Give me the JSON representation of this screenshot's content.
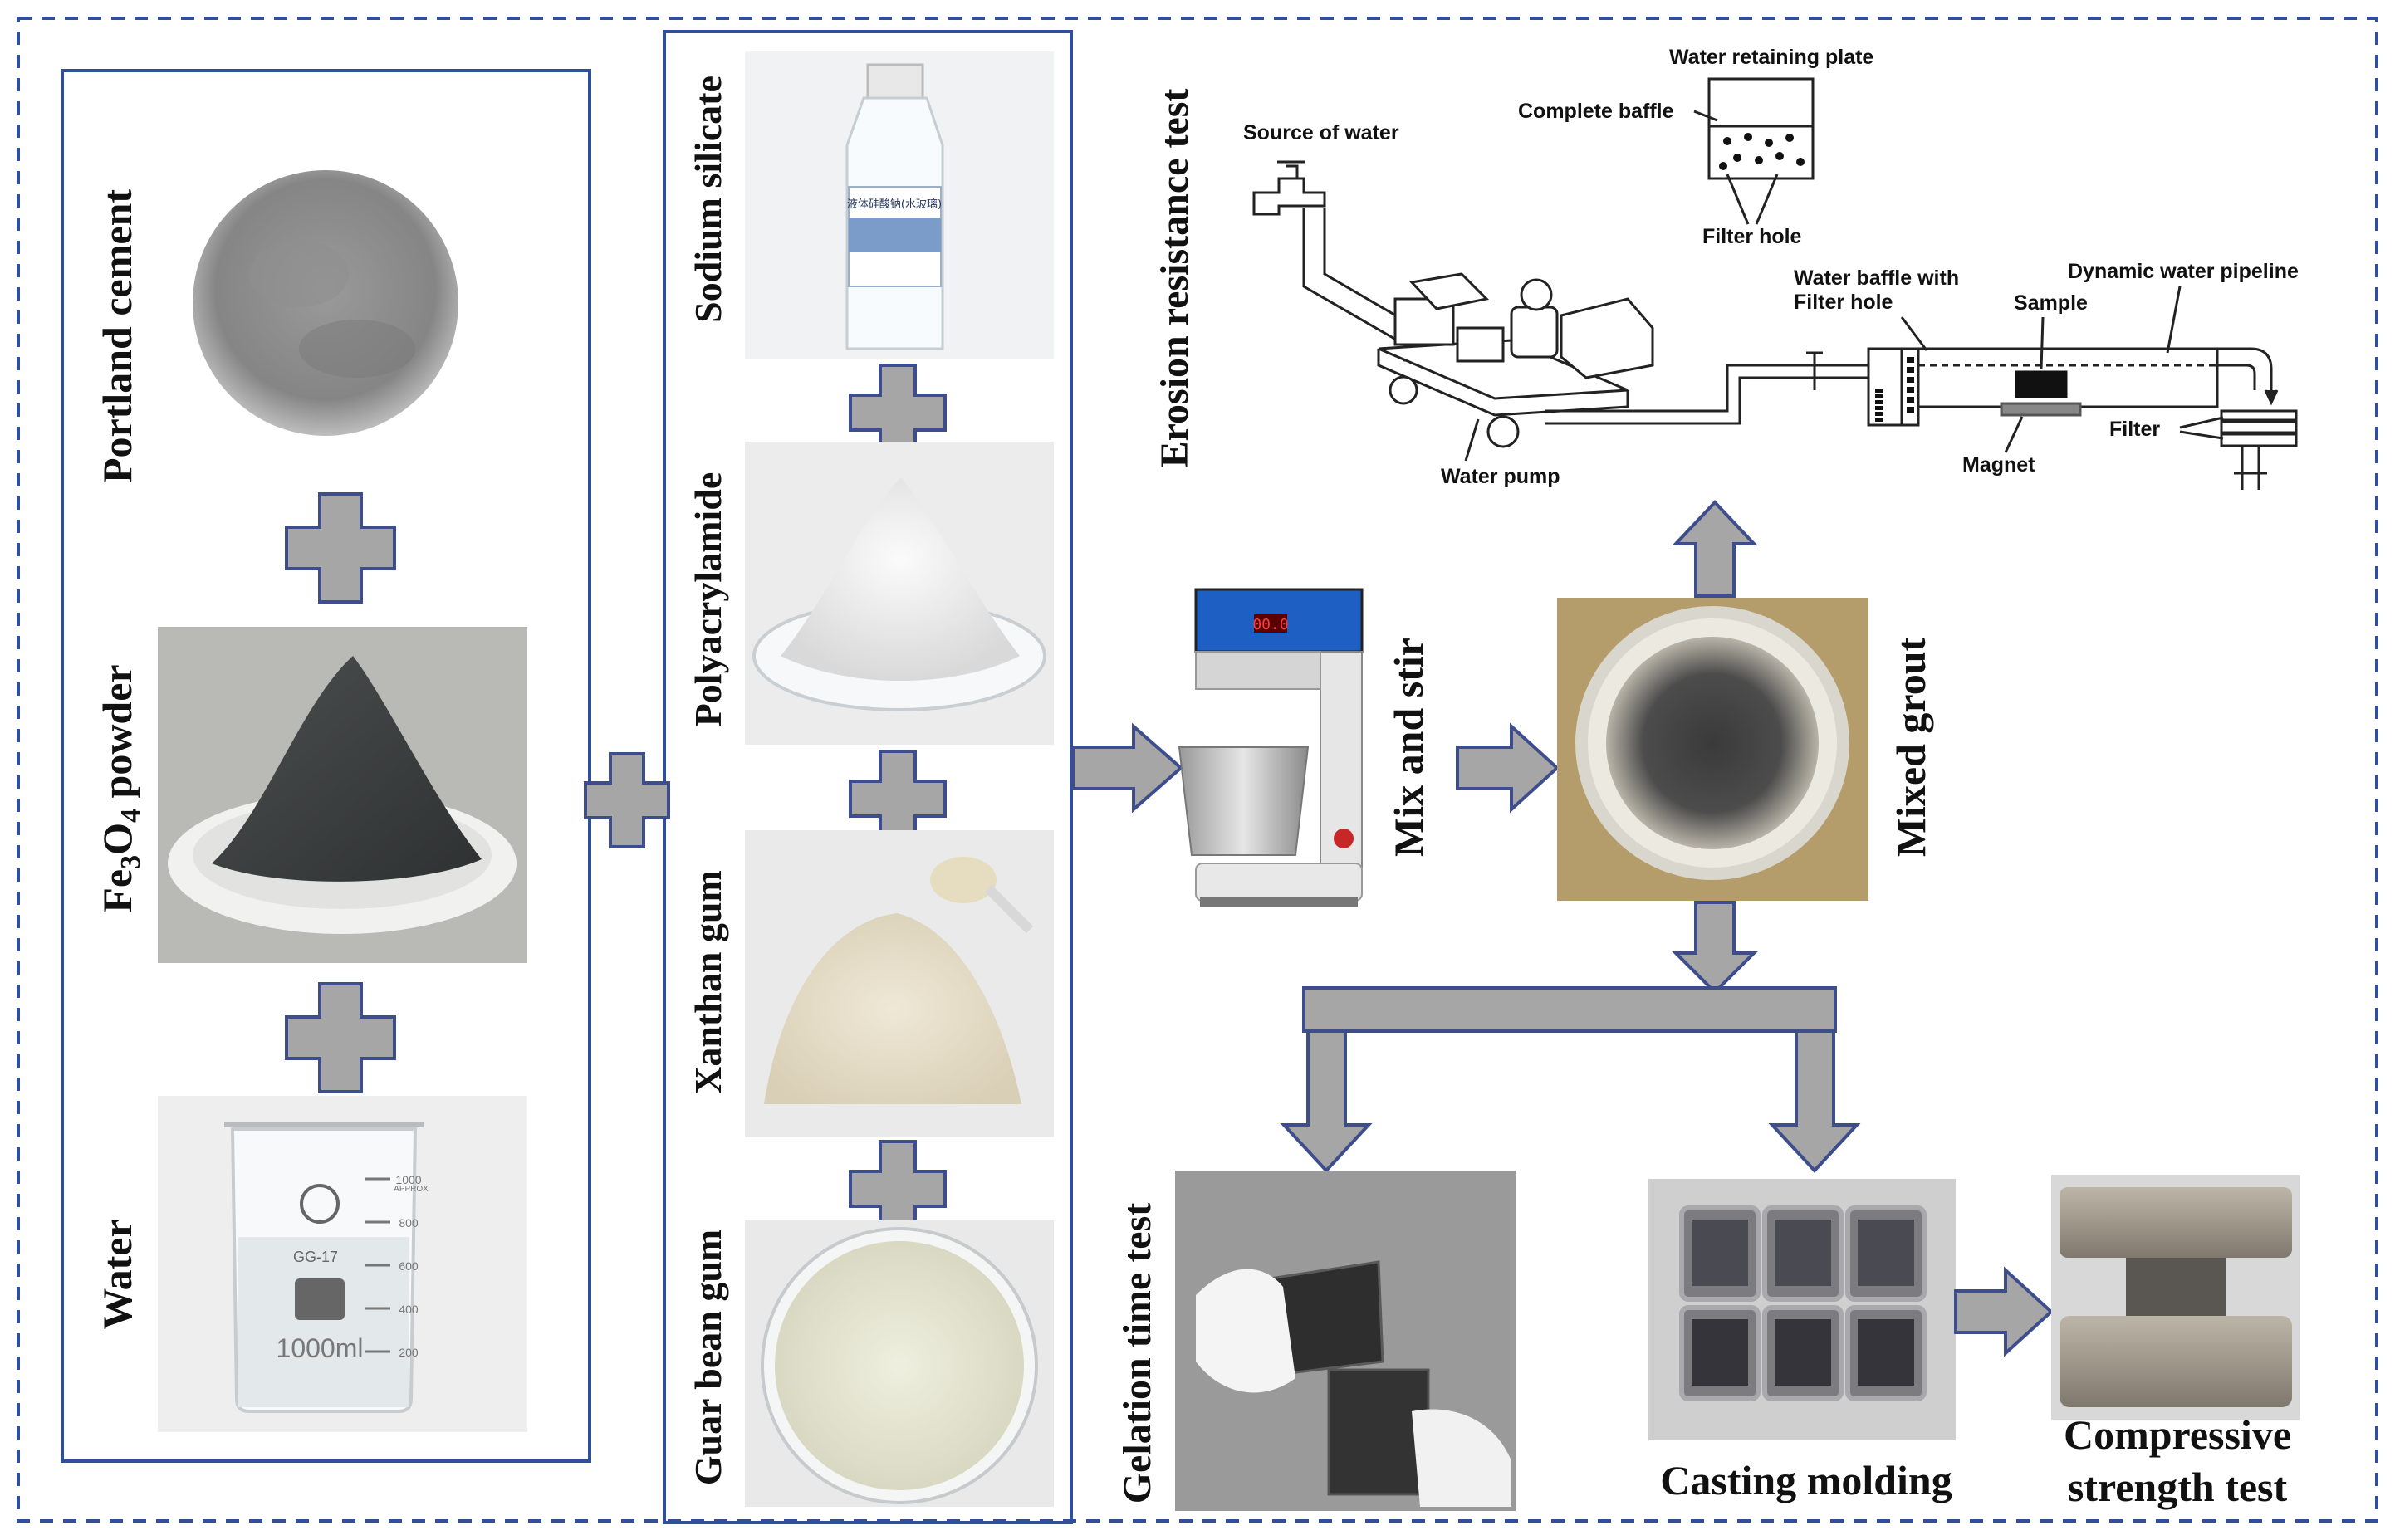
{
  "ingredients_left": {
    "portland_cement": "Portland cement",
    "fe3o4_main": "Fe",
    "fe3o4_sub1": "3",
    "fe3o4_mid": "O",
    "fe3o4_sub2": "4",
    "fe3o4_tail": " powder",
    "water": "Water"
  },
  "ingredients_right": {
    "sodium_silicate": "Sodium silicate",
    "polyacrylamide": "Polyacrylamide",
    "xanthan_gum": "Xanthan gum",
    "guar_bean_gum": "Guar bean gum"
  },
  "bottle_label": "液体硅酸钠(水玻璃)",
  "beaker": {
    "volume": "1000ml",
    "code": "GG-17",
    "approx": "APPROX",
    "ticks": [
      "1000",
      "800",
      "600",
      "400",
      "200"
    ]
  },
  "mixer_display": "00.0",
  "process": {
    "mix_and_stir": "Mix and stir",
    "mixed_grout": "Mixed grout",
    "erosion_test": "Erosion resistance test",
    "gelation_test": "Gelation time test",
    "casting_molding": "Casting molding",
    "compressive_line1": "Compressive",
    "compressive_line2": "strength test"
  },
  "erosion_apparatus": {
    "source_of_water": "Source of water",
    "water_retaining_plate": "Water retaining plate",
    "complete_baffle": "Complete baffle",
    "filter_hole": "Filter hole",
    "water_baffle_line1": "Water baffle with",
    "water_baffle_line2": "Filter hole",
    "dynamic_pipeline": "Dynamic water pipeline",
    "sample": "Sample",
    "filter": "Filter",
    "magnet": "Magnet",
    "water_pump": "Water pump"
  },
  "colors": {
    "frame_blue": "#2f4f9a",
    "arrow_gray": "#a6a6a6",
    "arrow_edge": "#3e4e8c"
  }
}
